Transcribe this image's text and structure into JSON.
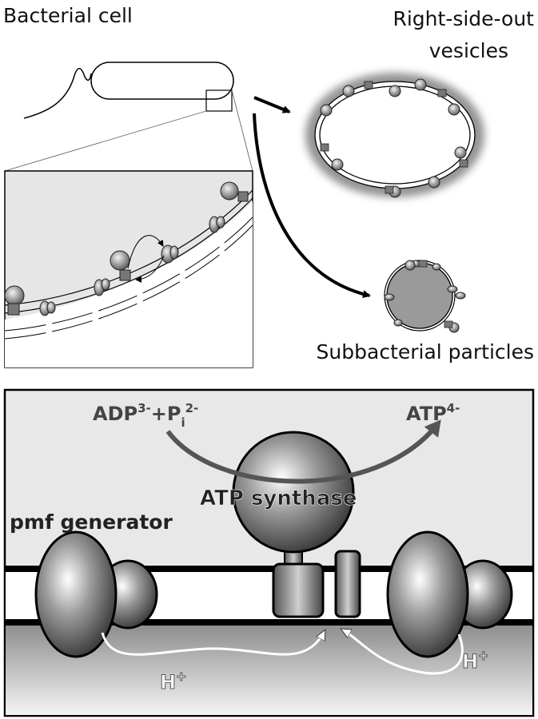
{
  "labels": {
    "bacterial_cell": "Bacterial cell",
    "rso_line1": "Right-side-out",
    "rso_line2": "vesicles",
    "sbp": "Subbacterial particles",
    "adp": "ADP",
    "adp_sup": "3-",
    "plus_p": "+P",
    "p_sub": "i",
    "p_sup": "2-",
    "atp": "ATP",
    "atp_sup": "4-",
    "atp_synthase": "ATP synthase",
    "pmf_generator": "pmf generator",
    "h": "H",
    "h_sup": "+"
  }
}
